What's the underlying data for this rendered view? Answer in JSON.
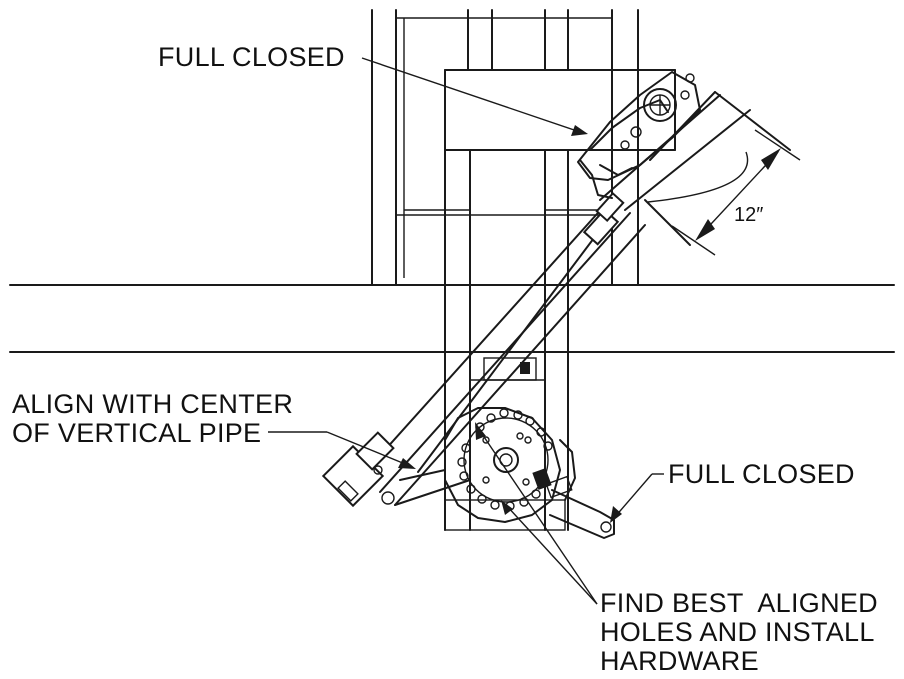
{
  "callouts": {
    "full_closed_top": "FULL CLOSED",
    "align_line1": "ALIGN WITH CENTER",
    "align_line2": "OF VERTICAL PIPE",
    "full_closed_right": "FULL CLOSED",
    "find_line1": "FIND BEST  ALIGNED",
    "find_line2": "HOLES AND INSTALL",
    "find_line3": "HARDWARE"
  },
  "dimension": {
    "label": "12″"
  }
}
